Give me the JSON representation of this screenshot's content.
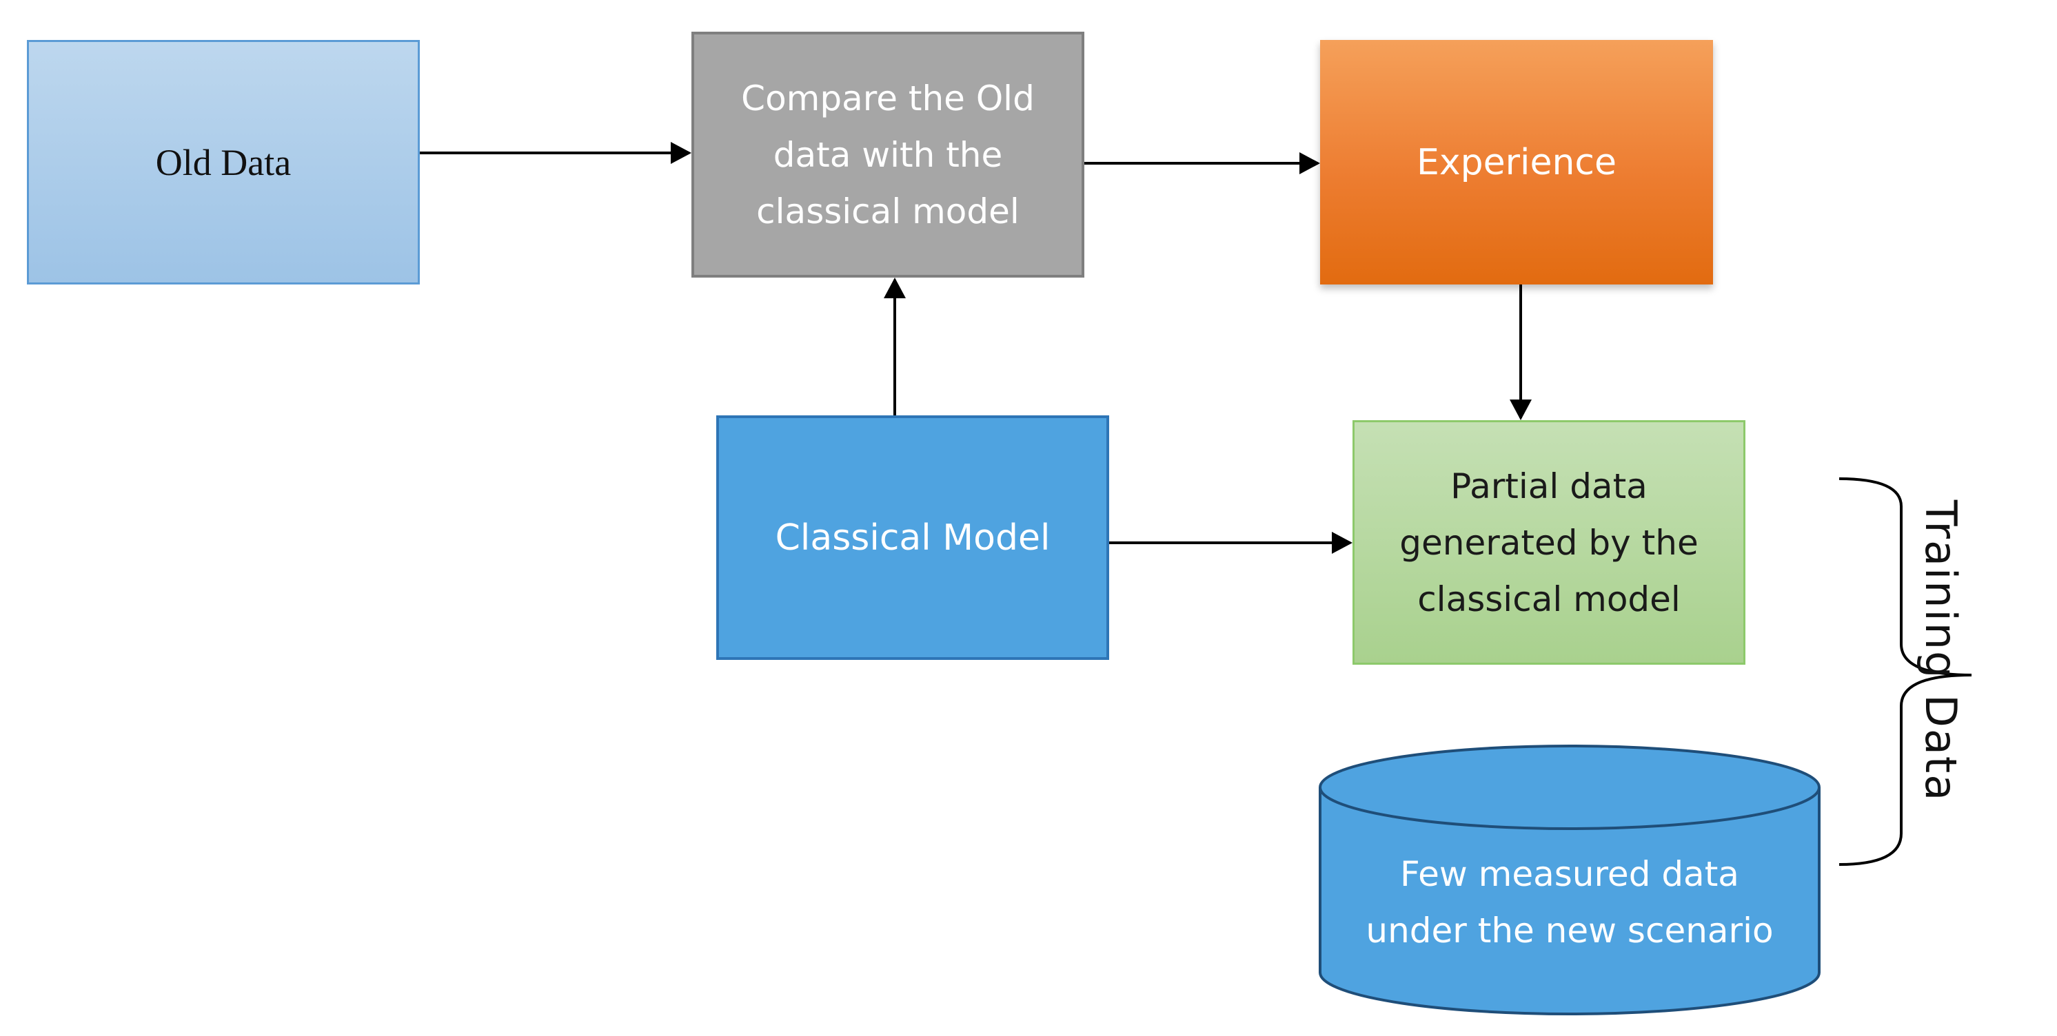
{
  "nodes": {
    "old_data": "Old Data",
    "compare": [
      "Compare the Old",
      "data with the",
      "classical model"
    ],
    "experience": "Experience",
    "classical_model": "Classical Model",
    "partial_data": [
      "Partial data",
      "generated by the",
      "classical model"
    ],
    "measured_data": [
      "Few measured data",
      "under the new scenario"
    ]
  },
  "brace_label": "Training Data",
  "edges": [
    {
      "from": "Old Data",
      "to": "Compare the Old data with the classical model"
    },
    {
      "from": "Compare the Old data with the classical model",
      "to": "Experience"
    },
    {
      "from": "Experience",
      "to": "Partial data generated by the classical model"
    },
    {
      "from": "Classical Model",
      "to": "Compare the Old data with the classical model"
    },
    {
      "from": "Classical Model",
      "to": "Partial data generated by the classical model"
    }
  ],
  "colors": {
    "old_data_fill": "#bdd7ee",
    "compare_fill": "#a6a6a6",
    "experience_fill": "#ed7d31",
    "classical_fill": "#4fa3e0",
    "partial_fill": "#a9d18e",
    "measured_fill": "#4fa3e0"
  }
}
